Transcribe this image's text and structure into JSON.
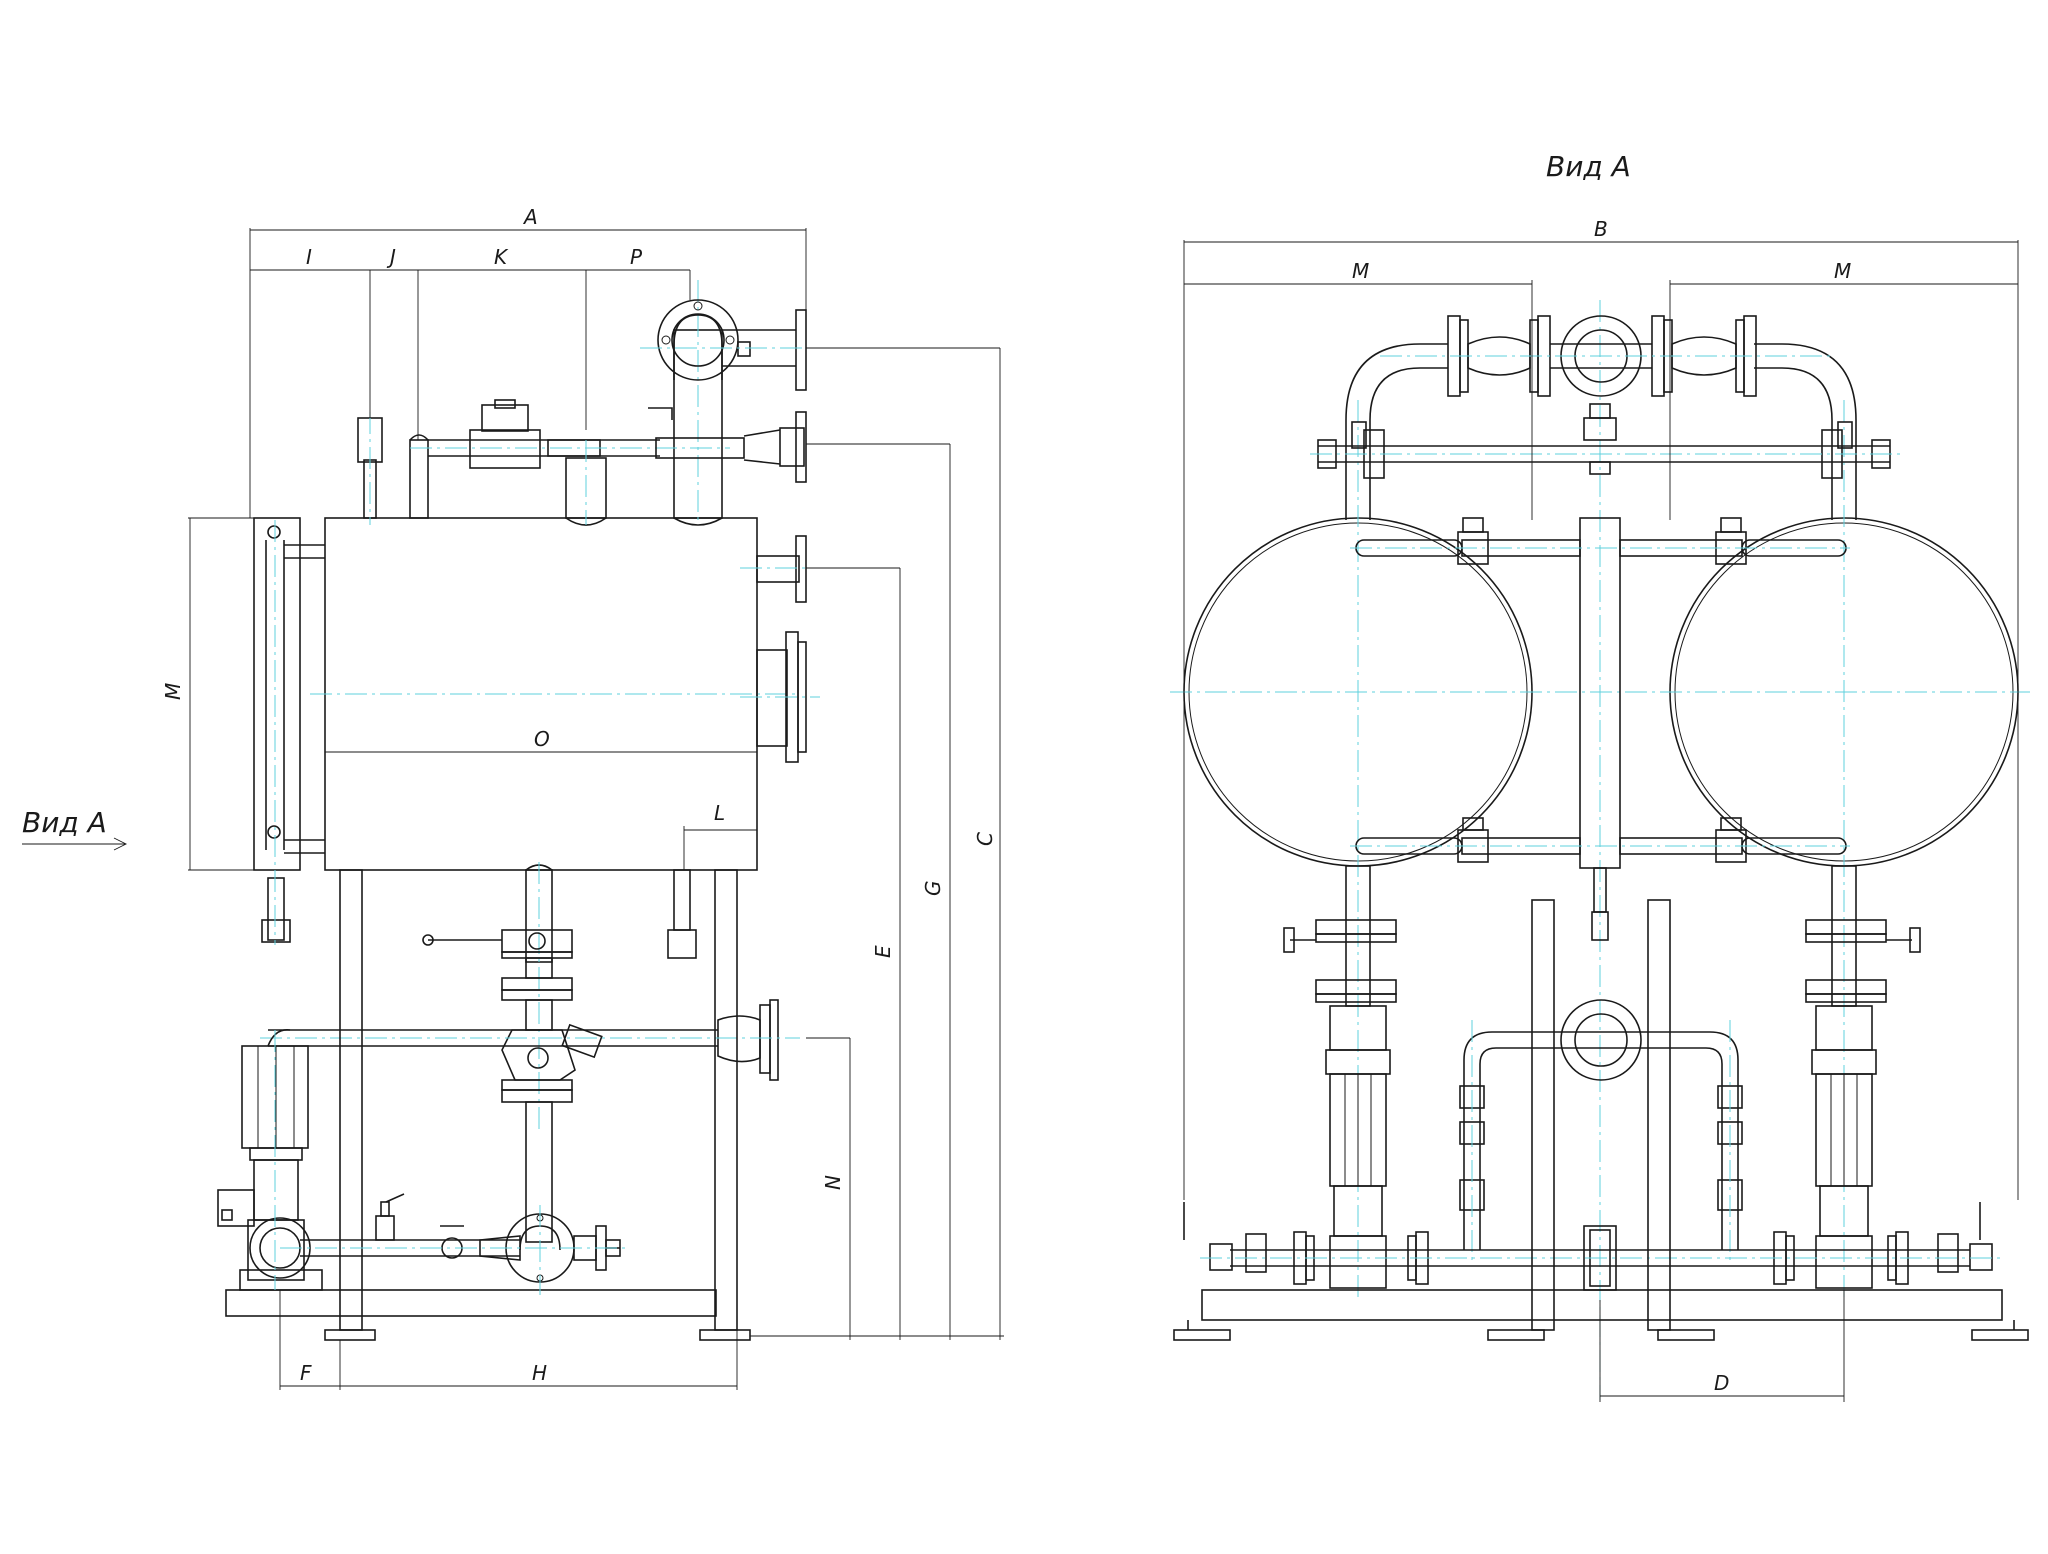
{
  "labels": {
    "A": "A",
    "I": "I",
    "J": "J",
    "K": "K",
    "P": "P",
    "M_left": "M",
    "O": "O",
    "L": "L",
    "F": "F",
    "H": "H",
    "N": "N",
    "E": "E",
    "G": "G",
    "C": "C",
    "vid_a_arrow": "Вид А",
    "vid_a_title": "Вид А",
    "B": "B",
    "M_right_1": "M",
    "M_right_2": "M",
    "D": "D"
  },
  "colors": {
    "line": "#1a1a1a",
    "centerline": "#5fd0dc",
    "background": "#ffffff"
  }
}
